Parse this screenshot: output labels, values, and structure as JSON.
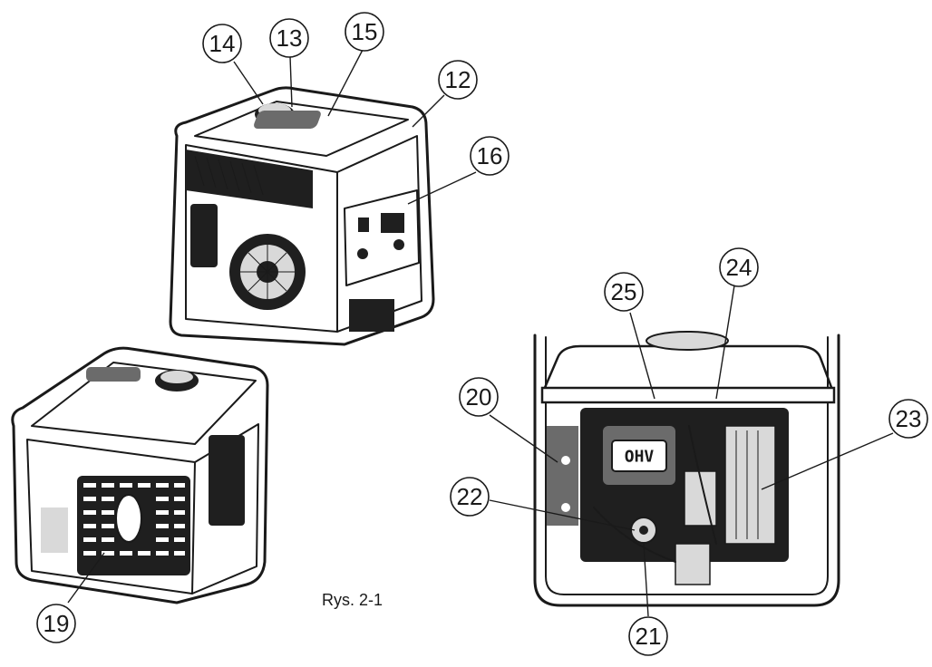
{
  "caption": "Rys. 2-1",
  "callouts": [
    "14",
    "13",
    "15",
    "12",
    "16",
    "25",
    "24",
    "20",
    "23",
    "22",
    "21",
    "19"
  ],
  "panel_labels": {
    "engine_badge": "OHV"
  },
  "colors": {
    "ink": "#1a1a1a",
    "paper": "#ffffff"
  }
}
